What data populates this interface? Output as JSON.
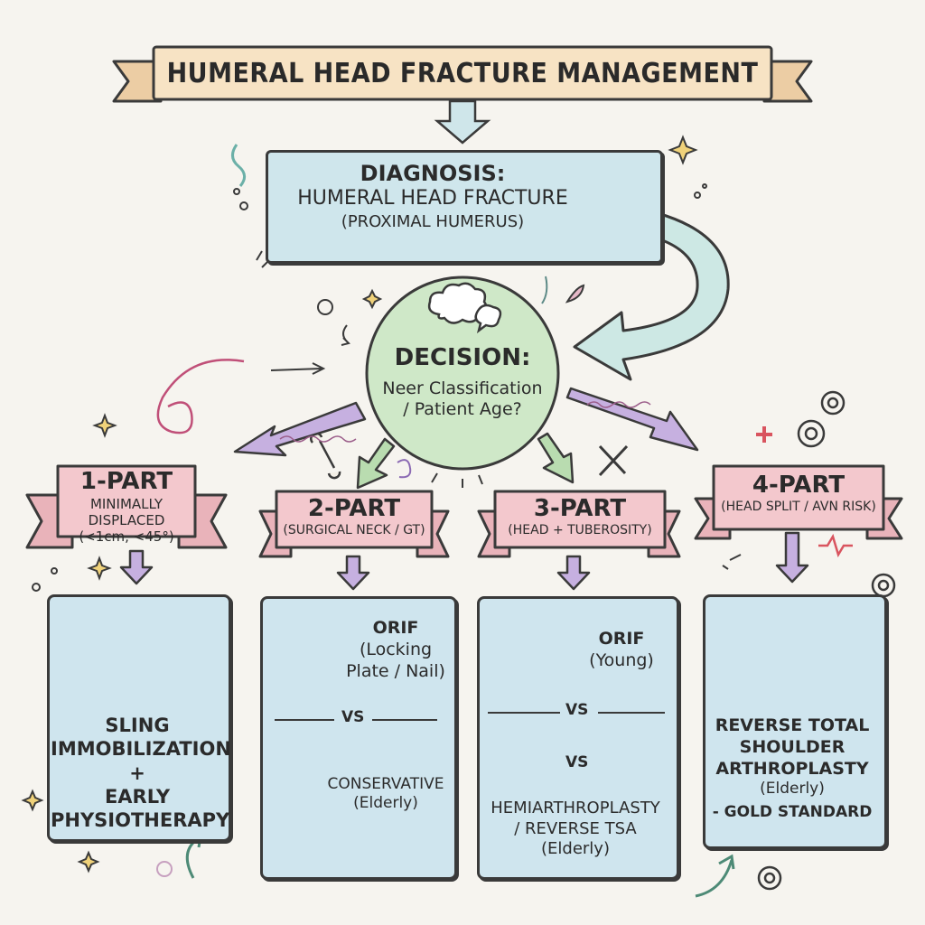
{
  "title": "HUMERAL HEAD FRACTURE MANAGEMENT",
  "diagnosis": {
    "label": "DIAGNOSIS:",
    "name": "HUMERAL HEAD FRACTURE",
    "detail": "(PROXIMAL HUMERUS)"
  },
  "decision": {
    "label": "DECISION:",
    "line1": "Neer Classification",
    "line2": "/ Patient Age?"
  },
  "branches": [
    {
      "title": "1-PART",
      "subtitle_line1": "MINIMALLY DISPLACED",
      "subtitle_line2": "(<1cm, <45°)",
      "treatment_line1": "SLING",
      "treatment_line2": "IMMOBILIZATION",
      "treatment_plus": "+",
      "treatment_line3": "EARLY",
      "treatment_line4": "PHYSIOTHERAPY"
    },
    {
      "title": "2-PART",
      "subtitle_line1": "(SURGICAL NECK / GT)",
      "option1_line1": "ORIF",
      "option1_line2": "(Locking",
      "option1_line3": "Plate / Nail)",
      "vs": "VS",
      "option2_line1": "CONSERVATIVE",
      "option2_line2": "(Elderly)"
    },
    {
      "title": "3-PART",
      "subtitle_line1": "(HEAD + TUBEROSITY)",
      "option1_line1": "ORIF",
      "option1_line2": "(Young)",
      "vs": "VS",
      "vs2": "VS",
      "option2_line1": "HEMIARTHROPLASTY",
      "option2_line2": "/ REVERSE TSA",
      "option2_line3": "(Elderly)"
    },
    {
      "title": "4-PART",
      "subtitle_line1": "(HEAD SPLIT / AVN RISK)",
      "treatment_line1": "REVERSE TOTAL",
      "treatment_line2": "SHOULDER",
      "treatment_line3": "ARTHROPLASTY",
      "treatment_line4": "(Elderly)",
      "treatment_line5": "- GOLD STANDARD"
    }
  ],
  "colors": {
    "background": "#f6f4ef",
    "banner": "#f7e3c4",
    "diagnosis_box": "#cfe6ec",
    "decision_circle": "#cfe8c8",
    "ribbon": "#f3c8cd",
    "panel": "#cfe5ee",
    "arrow_purple": "#c6b0e0",
    "arrow_green": "#b9dcb0",
    "arrow_teal": "#cde8e4"
  }
}
